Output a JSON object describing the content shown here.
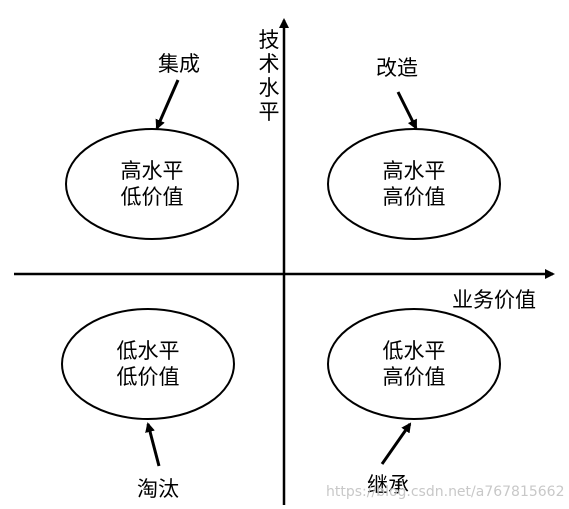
{
  "axes": {
    "y_label_chars": [
      "技",
      "术",
      "水",
      "平"
    ],
    "x_label": "业务价值"
  },
  "quadrants": {
    "top_left": {
      "line1": "高水平",
      "line2": "低价值",
      "label": "集成"
    },
    "top_right": {
      "line1": "高水平",
      "line2": "高价值",
      "label": "改造"
    },
    "bottom_left": {
      "line1": "低水平",
      "line2": "低价值",
      "label": "淘汰"
    },
    "bottom_right": {
      "line1": "低水平",
      "line2": "高价值",
      "label": "继承"
    }
  },
  "watermark": "https://blog.csdn.net/a767815662"
}
